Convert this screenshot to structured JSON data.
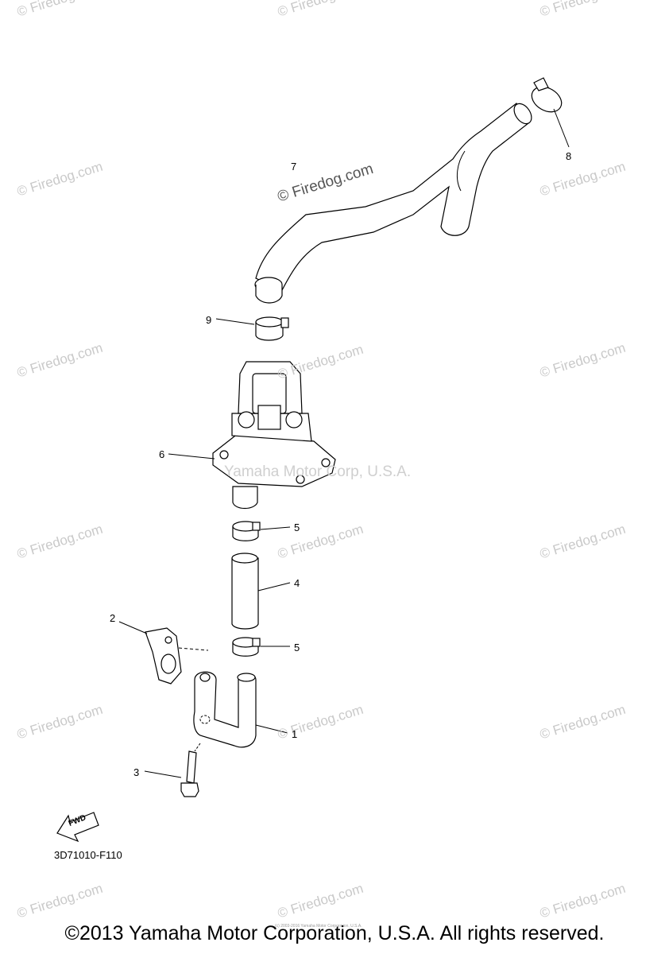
{
  "watermarks": {
    "site": "© Firedog.com",
    "corp": "Yamaha Motor Corp, U.S.A."
  },
  "callouts": {
    "c1": "1",
    "c2": "2",
    "c3": "3",
    "c4": "4",
    "c5a": "5",
    "c5b": "5",
    "c6": "6",
    "c7": "7",
    "c8": "8",
    "c9": "9"
  },
  "fwd_label": "FWD",
  "part_code": "3D71010-F110",
  "copyright": "©2013 Yamaha Motor Corporation, U.S.A. All rights reserved.",
  "micro_copyright": "(c) 2003-2016 Yamaha Motor Corporation, U.S.A."
}
